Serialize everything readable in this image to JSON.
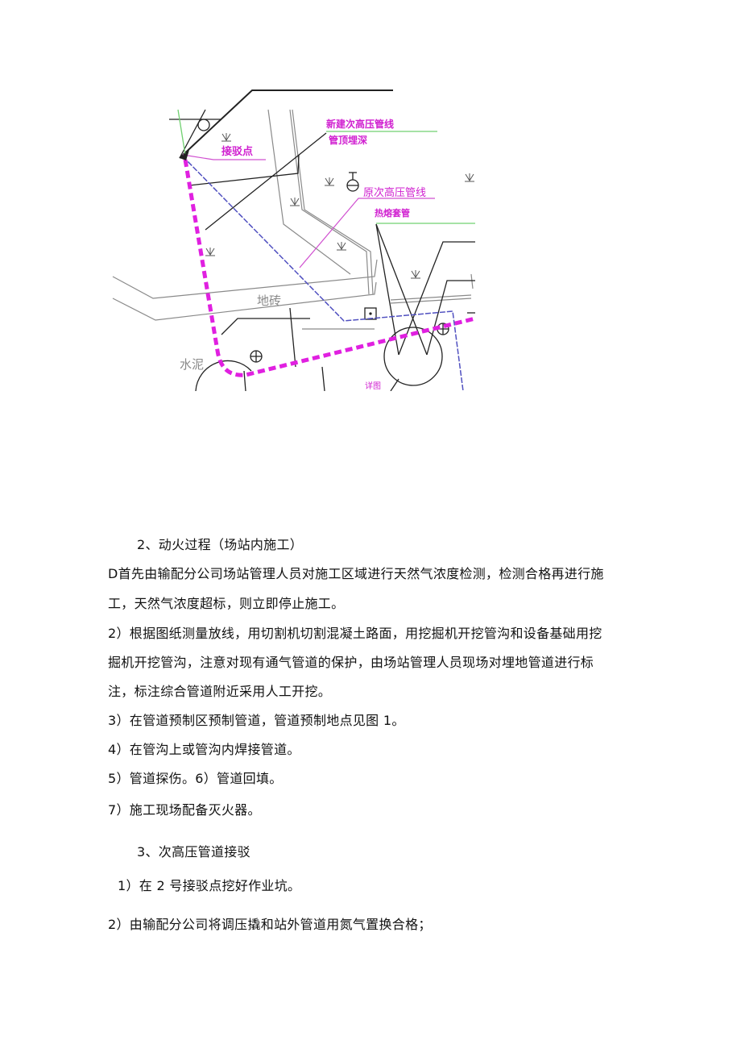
{
  "figure": {
    "labels": {
      "new_pipeline": "新建次高压管线",
      "pipe_depth": "管顶埋深",
      "tie_in_point": "接驳点",
      "old_pipeline": "原次高压管线",
      "heat_sleeve": "热熔套管",
      "floor_tile": "地砖",
      "cement": "水泥",
      "small_label": "详图"
    },
    "colors": {
      "new_pipeline": "#e020e0",
      "old_pipeline": "#5050c0",
      "leader_green": "#70d070",
      "label_magenta": "#d020d0",
      "line_dark": "#222222",
      "line_grey": "#888888"
    }
  },
  "document": {
    "section2": {
      "title": "2、动火过程（场站内施工）",
      "items": [
        {
          "lines": [
            "D首先由输配分公司场站管理人员对施工区域进行天然气浓度检测，检测合格再进行施",
            "工，天然气浓度超标，则立即停止施工。"
          ]
        },
        {
          "lines": [
            "2）根据图纸测量放线，用切割机切割混凝土路面，用挖掘机开挖管沟和设备基础用挖",
            "掘机开挖管沟，注意对现有通气管道的保护，由场站管理人员现场对埋地管道进行标",
            "注，标注综合管道附近采用人工开挖。"
          ]
        },
        {
          "lines": [
            "3）在管道预制区预制管道，管道预制地点见图 1。"
          ]
        },
        {
          "lines": [
            "4）在管沟上或管沟内焊接管道。"
          ]
        },
        {
          "lines": [
            "5）管道探伤。6）管道回填。"
          ]
        },
        {
          "lines": [
            "7）施工现场配备灭火器。"
          ]
        }
      ]
    },
    "section3": {
      "title": "3、次高压管道接驳",
      "items": [
        {
          "lines": [
            "1）在 2 号接驳点挖好作业坑。"
          ]
        },
        {
          "lines": [
            "2）由输配分公司将调压撬和站外管道用氮气置换合格；"
          ]
        }
      ]
    }
  }
}
